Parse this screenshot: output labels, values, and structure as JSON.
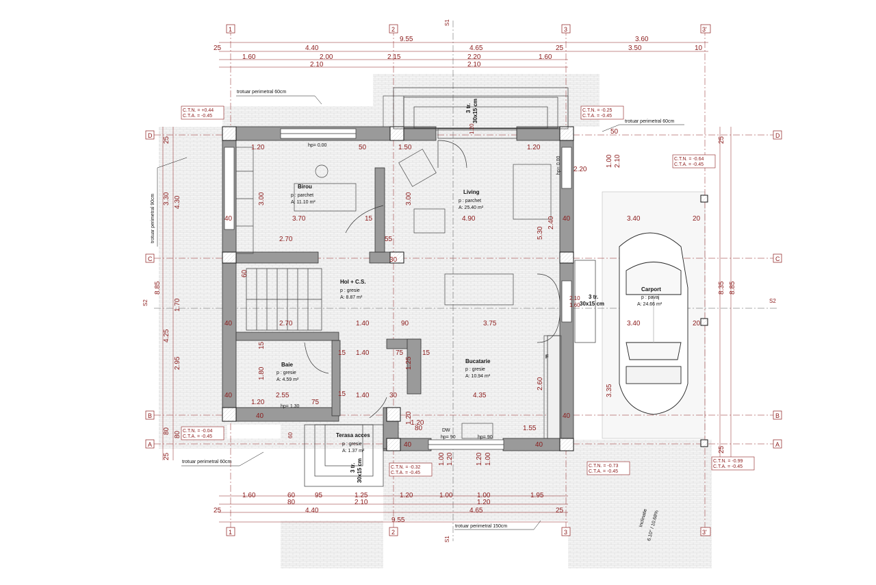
{
  "colors": {
    "wall": "#9a9a9a",
    "wall_stroke": "#333333",
    "dimension": "#8b1a1a",
    "column": "#555555",
    "paving": "#e8e8e8"
  },
  "axes": {
    "vertical": [
      "1",
      "2",
      "3",
      "3'"
    ],
    "horizontal": [
      "D",
      "C",
      "B",
      "A"
    ],
    "section_1": "S1",
    "section_2": "S2"
  },
  "rooms": [
    {
      "name": "Birou",
      "floor": "p : parchet",
      "area": "A: 11.10 m²"
    },
    {
      "name": "Living",
      "floor": "p : parchet",
      "area": "A: 25.40 m²"
    },
    {
      "name": "Hol + C.S.",
      "floor": "p : gresie",
      "area": "A: 8.87 m²"
    },
    {
      "name": "Baie",
      "floor": "p : gresie",
      "area": "A: 4.59 m²"
    },
    {
      "name": "Bucatarie",
      "floor": "p : gresie",
      "area": "A: 10.94 m²"
    },
    {
      "name": "Terasa acces",
      "floor": "p : gresie",
      "area": "A: 1.37 m²"
    },
    {
      "name": "Carport",
      "floor": "p : pavaj",
      "area": "A: 24.66 m²"
    }
  ],
  "dimensions": {
    "top_total": "9.55",
    "top_right": "3.60",
    "top_row2": [
      "25",
      "4.40",
      "4.65",
      "25",
      "3.50",
      "10"
    ],
    "top_row3": [
      "1.60",
      "2.00",
      "2.15",
      "2.20",
      "1.60"
    ],
    "top_row4": [
      "2.10",
      "2.10"
    ],
    "bottom_row1": [
      "1.60",
      "60",
      "95",
      "1.25",
      "1.20",
      "1.00",
      "1.00",
      "1.95"
    ],
    "bottom_row2": [
      "80",
      "2.10",
      "1.20"
    ],
    "bottom_row3": [
      "25",
      "4.40",
      "4.65",
      "25"
    ],
    "bottom_total": "9.55",
    "left_total": "8.85",
    "left_parts": [
      "25",
      "3.30",
      "4.25",
      "80",
      "25"
    ],
    "left_inner": [
      "4.30",
      "1.70",
      "2.95",
      "80"
    ],
    "right_total": "8.85",
    "right_parts": [
      "25",
      "8.35",
      "25"
    ],
    "interior": [
      "1.20",
      "50",
      "1.50",
      "1.20",
      "3.70",
      "15",
      "4.90",
      "2.70",
      "55",
      "30",
      "2.70",
      "90",
      "3.75",
      "1.40",
      "15",
      "15",
      "1.40",
      "75",
      "15",
      "2.55",
      "75",
      "1.40",
      "30",
      "4.35",
      "1.20",
      "1.55",
      "80",
      "3.40",
      "3.40",
      "20",
      "20",
      "40",
      "40",
      "40",
      "40",
      "40",
      "40",
      "40",
      "40",
      "3.00",
      "3.00",
      "2.40",
      "5.30",
      "1.80",
      "2.60",
      "3.35",
      "1.00",
      "2.10",
      "1.25",
      "1.20",
      "1.20",
      "60",
      "15",
      "60",
      "50",
      "1.20",
      "1.00",
      "1.20",
      "1.00",
      "1.20",
      "2.20",
      "2.10",
      "1.60",
      "2.10"
    ]
  },
  "levels": [
    {
      "ctn": "C.T.N. = +0.44",
      "cta": "C.T.A. = -0.45"
    },
    {
      "ctn": "C.T.N. = -0.25",
      "cta": "C.T.A. = -0.45"
    },
    {
      "ctn": "C.T.N. = -0.64",
      "cta": "C.T.A. = -0.45"
    },
    {
      "ctn": "C.T.N. = -0.04",
      "cta": "C.T.A. = -0.45"
    },
    {
      "ctn": "C.T.N. = -0.32",
      "cta": "C.T.A. = -0.45"
    },
    {
      "ctn": "C.T.N. = -0.73",
      "cta": "C.T.A. = -0.45"
    },
    {
      "ctn": "C.T.N. = -0.99",
      "cta": "C.T.A. = -0.45"
    }
  ],
  "notes": {
    "trotuar_top": "trotuar perimetral 60cm",
    "trotuar_right": "trotuar perimetral 60cm",
    "trotuar_left": "trotuar perimetral 90cm",
    "trotuar_bottom_left": "trotuar perimetral 60cm",
    "trotuar_bottom": "trotuar perimetral 150cm",
    "stairs_top": "3 tr.",
    "stairs_top_size": "30x15 cm",
    "stairs_right": "3 tr.",
    "stairs_right_size": "30x15 cm",
    "stairs_bottom": "3 tr.",
    "stairs_bottom_size": "30x15 cm",
    "slope_label": "Inclinatie",
    "slope_value": "6.10° / 10.68%",
    "hp_birou": "hp= 0.00",
    "hp_living": "hp= 0.00",
    "hp_baie": "hp= 1.30",
    "hp_kitchen_1": "hp= 90",
    "hp_kitchen_2": "hp= 90",
    "dw": "DW",
    "fridge": "F"
  }
}
